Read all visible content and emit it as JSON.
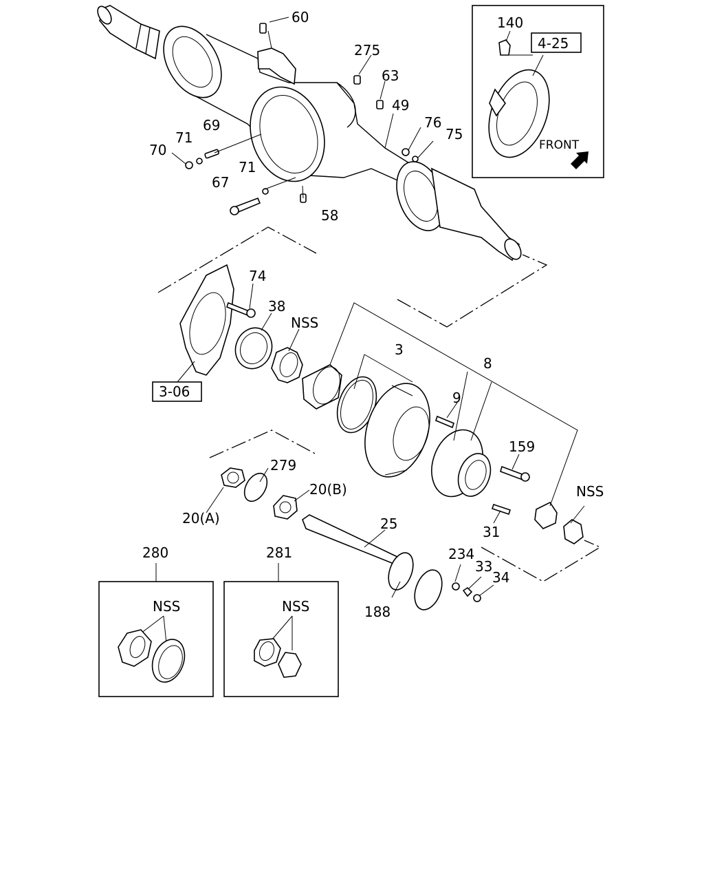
{
  "labels": {
    "p60": "60",
    "p275": "275",
    "p63": "63",
    "p49": "49",
    "p76": "76",
    "p75": "75",
    "p69": "69",
    "p71a": "71",
    "p70": "70",
    "p71b": "71",
    "p67": "67",
    "p58": "58",
    "p140": "140",
    "ref425": "4-25",
    "front": "FRONT",
    "p74": "74",
    "p38": "38",
    "nss1": "NSS",
    "ref306": "3-06",
    "p3": "3",
    "p8": "8",
    "p9": "9",
    "p159": "159",
    "nss2": "NSS",
    "p279": "279",
    "p20b": "20(B)",
    "p20a": "20(A)",
    "p31": "31",
    "p25": "25",
    "p234": "234",
    "p33": "33",
    "p34": "34",
    "p188": "188",
    "p280": "280",
    "p281": "281",
    "nss3": "NSS",
    "nss4": "NSS"
  }
}
